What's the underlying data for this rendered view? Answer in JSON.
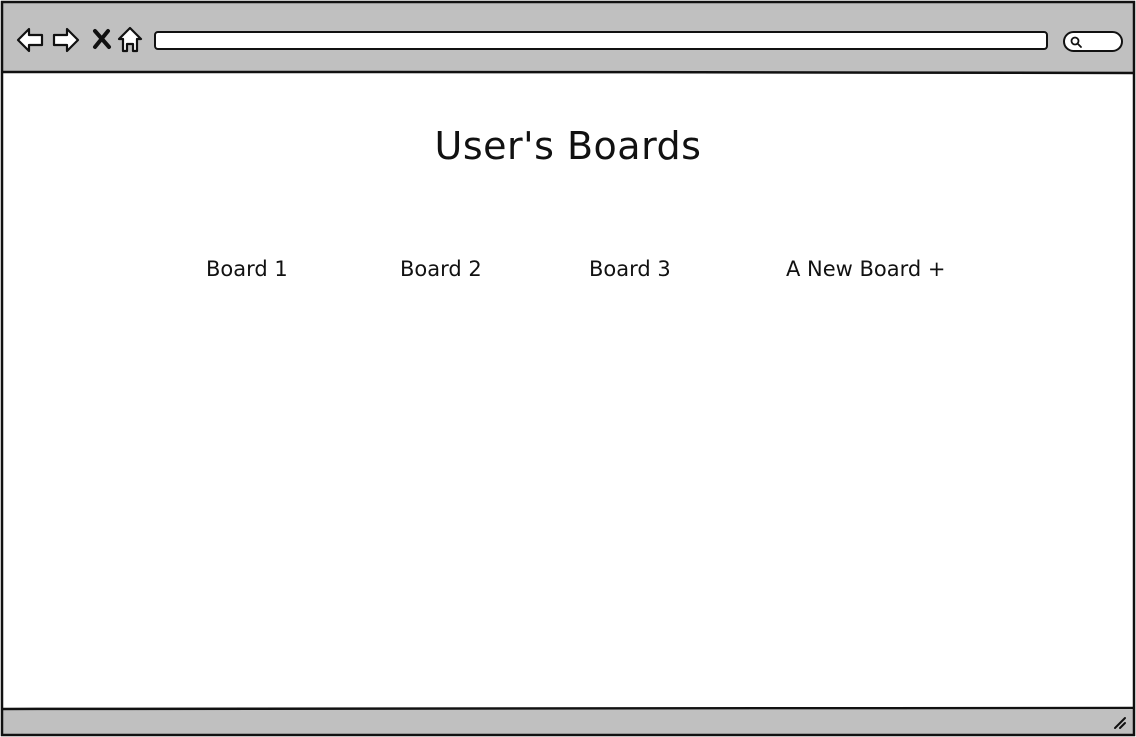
{
  "browser": {
    "address_value": "",
    "search_value": ""
  },
  "page": {
    "title": "User's Boards",
    "boards": [
      {
        "label": "Board 1"
      },
      {
        "label": "Board 2"
      },
      {
        "label": "Board 3"
      },
      {
        "label": "A New Board +"
      }
    ]
  },
  "icons": {
    "back": "back-arrow-icon",
    "forward": "forward-arrow-icon",
    "stop": "close-icon",
    "home": "home-icon",
    "search": "search-icon",
    "resize": "resize-grip-icon"
  },
  "colors": {
    "chrome": "#c0c0c0",
    "stroke": "#111111",
    "background": "#ffffff"
  }
}
